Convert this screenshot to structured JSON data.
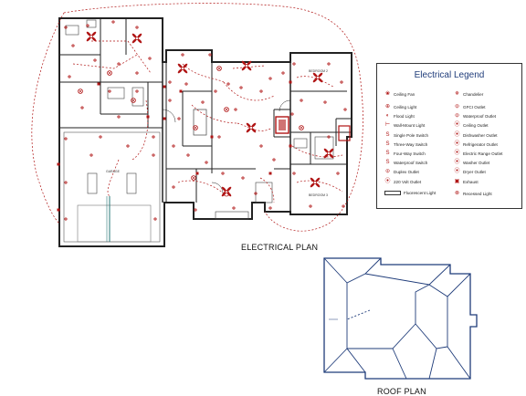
{
  "labels": {
    "electrical_plan": "ELECTRICAL PLAN",
    "roof_plan": "ROOF PLAN"
  },
  "rooms": {
    "garage": "GARAGE",
    "bedroom_2": "BEDROOM 2",
    "bedroom_3": "BEDROOM 3"
  },
  "legend": {
    "title": "Electrical Legend",
    "left_items": [
      {
        "label": "Ceiling Fan",
        "icon": "ceiling-fan-icon"
      },
      {
        "label": "Ceiling Light",
        "icon": "ceiling-light-icon"
      },
      {
        "label": "Flood Light",
        "icon": "flood-light-icon"
      },
      {
        "label": "Wall-Mount Light",
        "icon": "wall-mount-light-icon"
      },
      {
        "label": "Single Pole Switch",
        "icon": "single-pole-switch-icon"
      },
      {
        "label": "Three-Way Switch",
        "icon": "three-way-switch-icon"
      },
      {
        "label": "Four-Way Switch",
        "icon": "four-way-switch-icon"
      },
      {
        "label": "Waterproof Switch",
        "icon": "waterproof-switch-icon"
      },
      {
        "label": "Duplex Outlet",
        "icon": "duplex-outlet-icon"
      },
      {
        "label": "220 Volt Outlet",
        "icon": "220-volt-outlet-icon"
      },
      {
        "label": "Fluorescent Light",
        "icon": "fluorescent-light-icon"
      }
    ],
    "right_items": [
      {
        "label": "Chandelier",
        "icon": "chandelier-icon"
      },
      {
        "label": "GFCI Outlet",
        "icon": "gfci-outlet-icon"
      },
      {
        "label": "Waterproof Outlet",
        "icon": "waterproof-outlet-icon"
      },
      {
        "label": "Ceiling Outlet",
        "icon": "ceiling-outlet-icon"
      },
      {
        "label": "Dishwasher Outlet",
        "icon": "dishwasher-outlet-icon"
      },
      {
        "label": "Refrigerator Outlet",
        "icon": "refrigerator-outlet-icon"
      },
      {
        "label": "Electric Range Outlet",
        "icon": "electric-range-outlet-icon"
      },
      {
        "label": "Washer Outlet",
        "icon": "washer-outlet-icon"
      },
      {
        "label": "Dryer Outlet",
        "icon": "dryer-outlet-icon"
      },
      {
        "label": "Exhaust",
        "icon": "exhaust-icon"
      },
      {
        "label": "Recessed Light",
        "icon": "recessed-light-icon"
      }
    ]
  },
  "colors": {
    "wall": "#222222",
    "fixture": "#b01515",
    "circuit": "#b01515",
    "roof": "#1f3c7a",
    "legend_title": "#1f3c7a"
  }
}
